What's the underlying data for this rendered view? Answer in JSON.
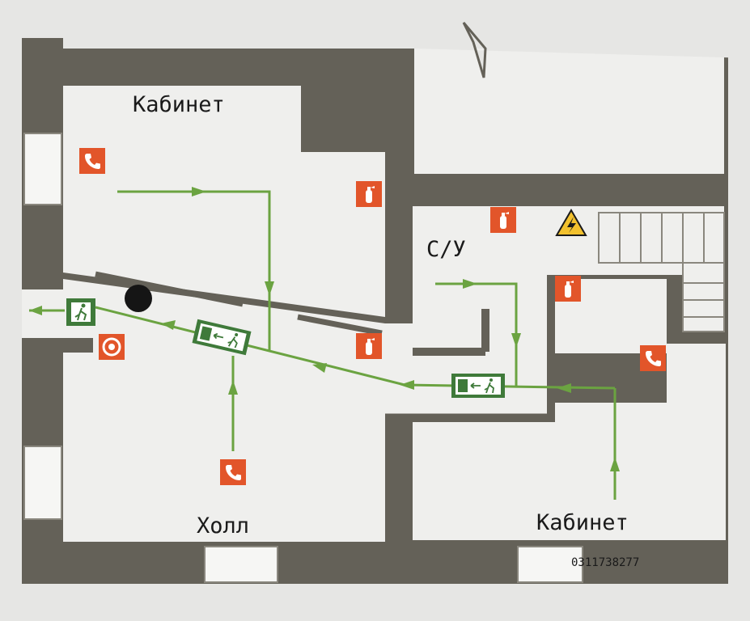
{
  "rooms": {
    "office_top": "Кабинет",
    "wc": "С/У",
    "hall": "Холл",
    "office_bottom": "Кабинет"
  },
  "watermark": "0311738277",
  "colors": {
    "wall": "#646158",
    "floor": "#efefed",
    "route_arrow": "#6ba341",
    "exit_sign": "#3f7a3a",
    "safety_sign": "#e2552a",
    "hazard_sign": "#f2c12e"
  },
  "legend_icons": [
    "emergency-exit-sign",
    "phone-icon",
    "fire-extinguisher-icon",
    "fire-alarm-button-icon",
    "high-voltage-warning-icon",
    "you-are-here-marker"
  ]
}
